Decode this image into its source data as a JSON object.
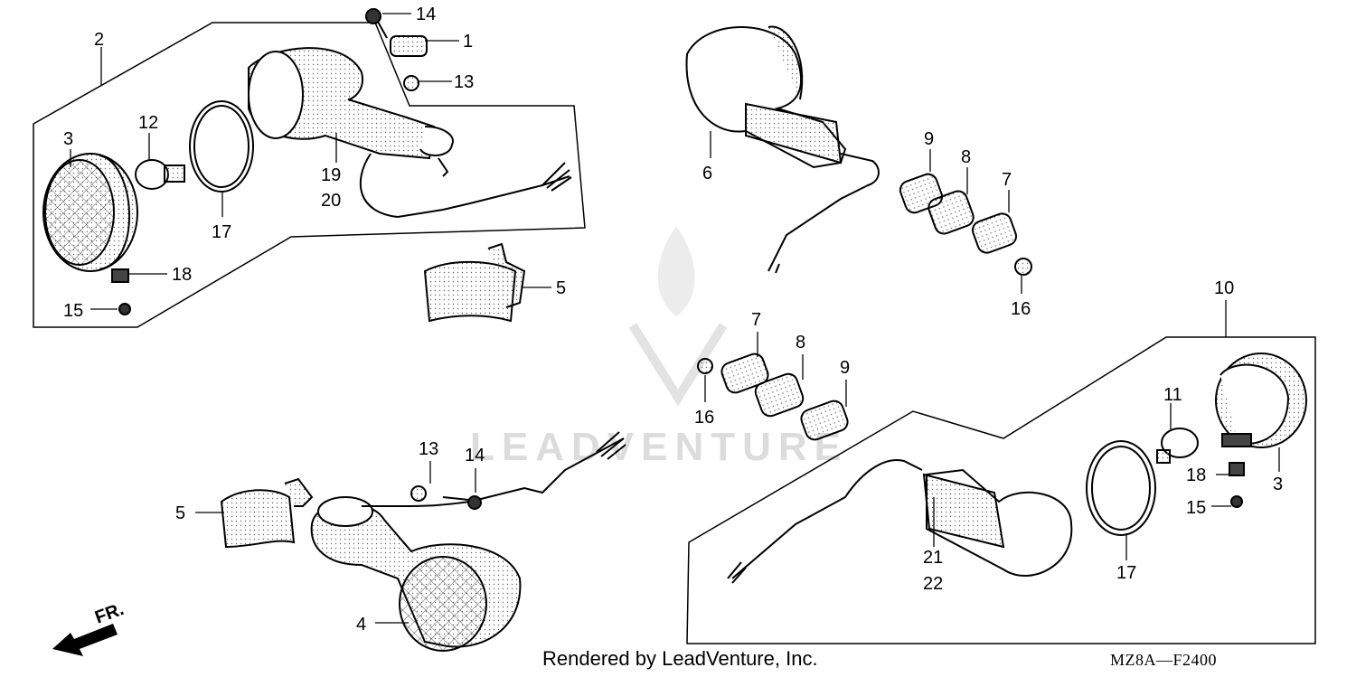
{
  "callouts": [
    {
      "id": "c14a",
      "text": "14"
    },
    {
      "id": "c1",
      "text": "1"
    },
    {
      "id": "c13a",
      "text": "13"
    },
    {
      "id": "c2",
      "text": "2"
    },
    {
      "id": "c12",
      "text": "12"
    },
    {
      "id": "c3a",
      "text": "3"
    },
    {
      "id": "c19",
      "text": "19"
    },
    {
      "id": "c20",
      "text": "20"
    },
    {
      "id": "c17a",
      "text": "17"
    },
    {
      "id": "c18a",
      "text": "18"
    },
    {
      "id": "c15a",
      "text": "15"
    },
    {
      "id": "c5a",
      "text": "5"
    },
    {
      "id": "c6",
      "text": "6"
    },
    {
      "id": "c9a",
      "text": "9"
    },
    {
      "id": "c8a",
      "text": "8"
    },
    {
      "id": "c7a",
      "text": "7"
    },
    {
      "id": "c16a",
      "text": "16"
    },
    {
      "id": "c10",
      "text": "10"
    },
    {
      "id": "c7b",
      "text": "7"
    },
    {
      "id": "c8b",
      "text": "8"
    },
    {
      "id": "c9b",
      "text": "9"
    },
    {
      "id": "c16b",
      "text": "16"
    },
    {
      "id": "c11",
      "text": "11"
    },
    {
      "id": "c18b",
      "text": "18"
    },
    {
      "id": "c3b",
      "text": "3"
    },
    {
      "id": "c15b",
      "text": "15"
    },
    {
      "id": "c13b",
      "text": "13"
    },
    {
      "id": "c14b",
      "text": "14"
    },
    {
      "id": "c5b",
      "text": "5"
    },
    {
      "id": "c21",
      "text": "21"
    },
    {
      "id": "c22",
      "text": "22"
    },
    {
      "id": "c17b",
      "text": "17"
    },
    {
      "id": "c4",
      "text": "4"
    }
  ],
  "direction_label": "FR.",
  "watermark": "LEADVENTURE",
  "footer": {
    "credit": "Rendered by LeadVenture, Inc.",
    "diagram_code": "MZ8A—F2400"
  }
}
